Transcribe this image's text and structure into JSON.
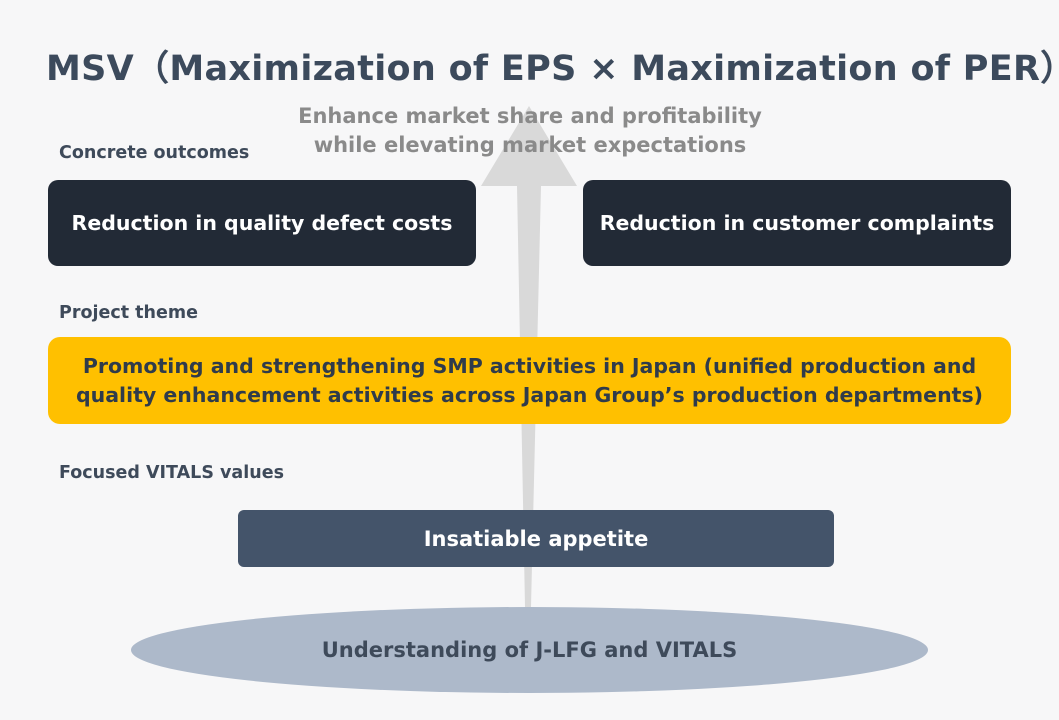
{
  "title": "MSV（Maximization of EPS × Maximization of PER）",
  "arrow": {
    "line1": "Enhance market share and profitability",
    "line2": "while elevating market expectations"
  },
  "outcomes": {
    "label": "Concrete outcomes",
    "left": "Reduction in quality defect costs",
    "right": "Reduction in customer complaints"
  },
  "theme": {
    "label": "Project theme",
    "line1": "Promoting and strengthening SMP activities in Japan (unified production and",
    "line2": "quality enhancement activities across Japan Group’s production departments)"
  },
  "vitals": {
    "label": "Focused VITALS values",
    "value": "Insatiable appetite"
  },
  "foundation": "Understanding of J-LFG and VITALS",
  "colors": {
    "background": "#f7f7f8",
    "title": "#3c4a5c",
    "arrow": "#d9d9d9",
    "dark_box": "#222a36",
    "theme_box": "#ffc000",
    "vitals_box": "#44546a",
    "foundation": "#adb9ca"
  }
}
